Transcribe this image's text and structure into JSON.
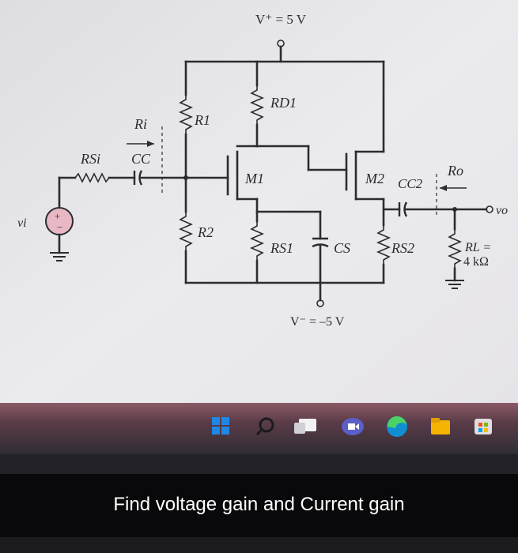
{
  "circuit": {
    "vplus": "V⁺ = 5 V",
    "vminus": "V⁻ = –5 V",
    "ri": "Ri",
    "rsi": "RSi",
    "cc": "CC",
    "r1": "R1",
    "r2": "R2",
    "rd1": "RD1",
    "rs1": "RS1",
    "cs": "CS",
    "m1": "M1",
    "m2": "M2",
    "rs2": "RS2",
    "cc2": "CC2",
    "ro": "Ro",
    "vo": "vo",
    "vi": "vi",
    "rl_name": "RL =",
    "rl_value": "4 kΩ"
  },
  "taskbar": {
    "icons": [
      "windows-start-icon",
      "search-icon",
      "task-view-icon",
      "teams-chat-icon",
      "edge-browser-icon",
      "file-explorer-icon",
      "microsoft-store-icon"
    ],
    "colors": {
      "start": "#1e88e5",
      "edge": "#0f8fd1",
      "explorer": "#f4b400",
      "store": "#e0dce0",
      "teams": "#5b5fc7"
    }
  },
  "caption": "Find voltage gain and Current gain"
}
